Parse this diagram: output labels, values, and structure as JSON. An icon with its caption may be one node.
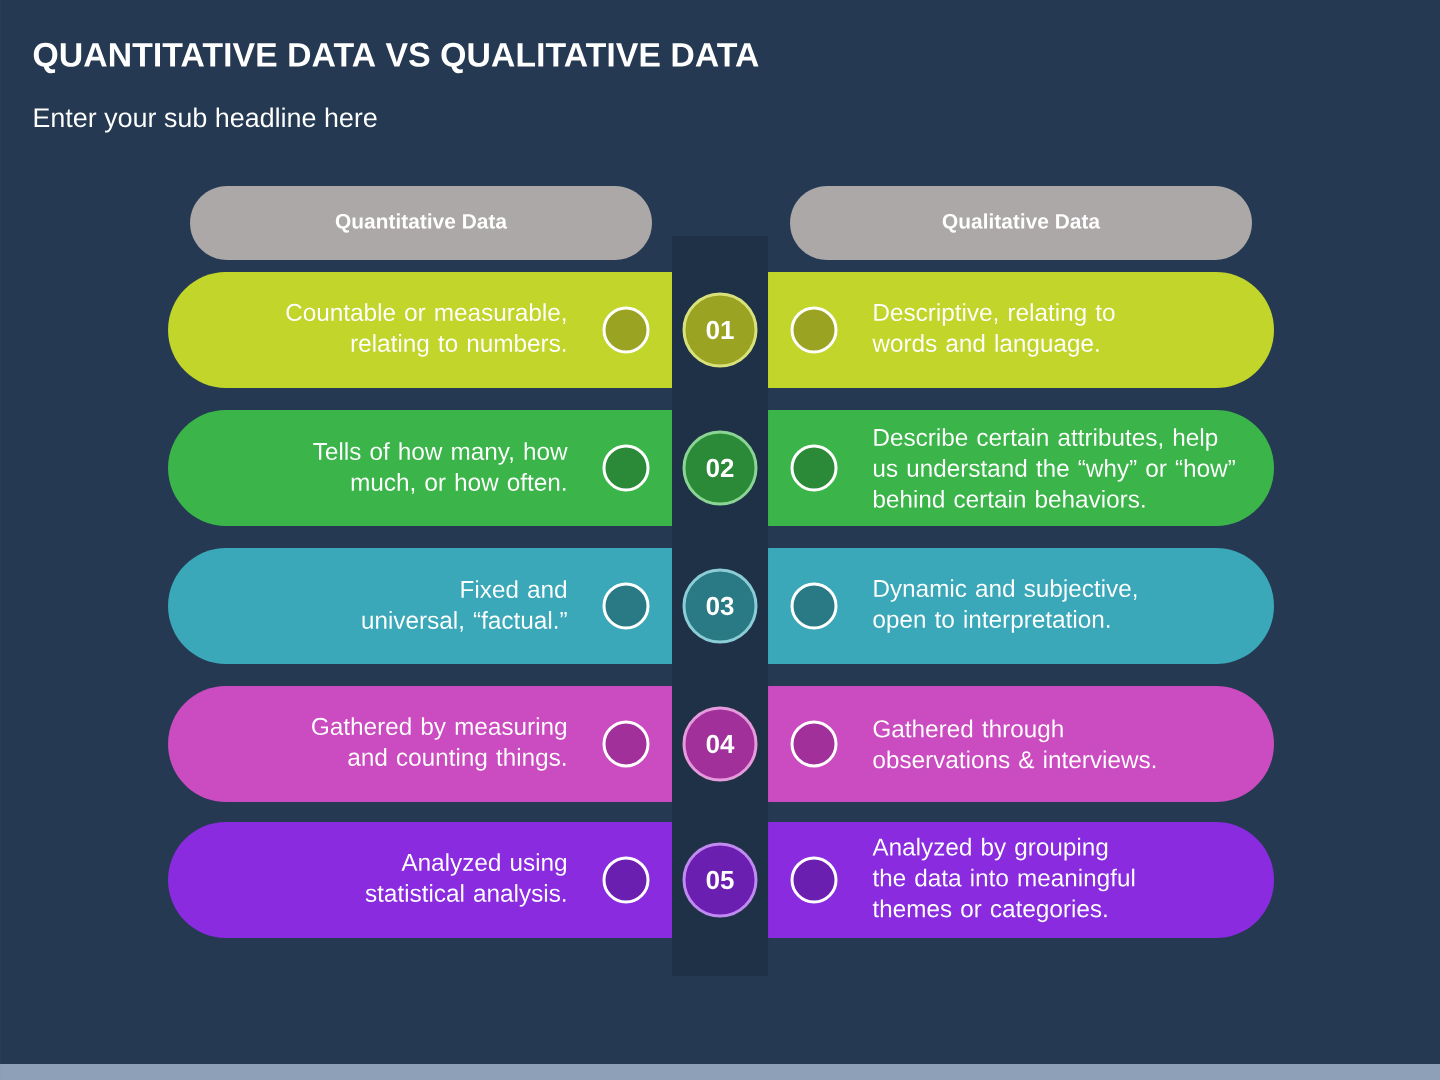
{
  "diagram": {
    "title": "QUANTITATIVE DATA VS QUALITATIVE DATA",
    "caption": "Enter your sub headline here",
    "nodes": [
      {
        "text": [
          "Quantitative Data"
        ]
      },
      {
        "text": [
          "Qualitative Data"
        ]
      },
      {
        "text": [
          "Countable or measurable, relating to numbers."
        ]
      },
      {
        "text": [
          "01"
        ]
      },
      {
        "text": [
          "Descriptive, relating to words and language."
        ]
      },
      {
        "text": [
          "Tells of how many, how much, or how often."
        ]
      },
      {
        "text": [
          "02"
        ]
      },
      {
        "text": [
          "Describe certain attributes,  help us understand the “why” or “how” behind certain behaviors."
        ]
      },
      {
        "text": [
          "Fixed and universal, “factual.”"
        ]
      },
      {
        "text": [
          "03"
        ]
      },
      {
        "text": [
          "Dynamic and subjective, open to interpretation."
        ]
      },
      {
        "text": [
          "Gathered by measuring and counting things."
        ]
      },
      {
        "text": [
          "04"
        ]
      },
      {
        "text": [
          "Gathered through observations & interviews."
        ]
      },
      {
        "text": [
          "Analyzed using statistical analysis."
        ]
      },
      {
        "text": [
          "05"
        ]
      },
      {
        "text": [
          "Analyzed by grouping the data into meaningful themes or categories."
        ]
      }
    ]
  }
}
